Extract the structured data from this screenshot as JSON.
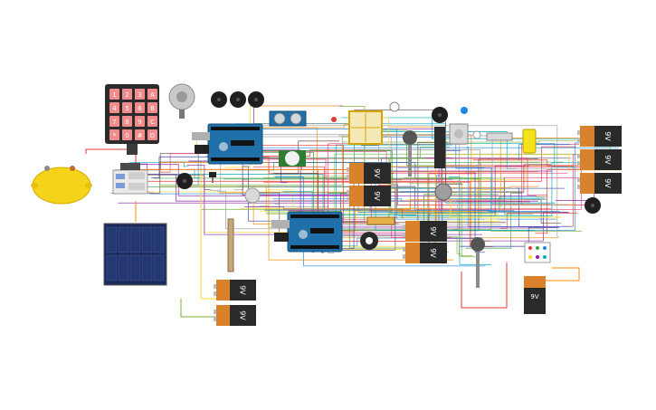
{
  "keypad": {
    "keys": [
      "1",
      "2",
      "3",
      "A",
      "4",
      "5",
      "6",
      "B",
      "7",
      "8",
      "9",
      "C",
      "*",
      "0",
      "#",
      "D"
    ]
  },
  "battery_label": "9V",
  "colors": {
    "wire": [
      "#e53935",
      "#43a047",
      "#1e88e5",
      "#fb8c00",
      "#8e24aa",
      "#00acc1",
      "#fdd835",
      "#6d4c41",
      "#ec407a",
      "#7cb342",
      "#9e9e9e",
      "#3949ab"
    ],
    "arduino": "#1f6fa8",
    "battery_orange": "#d9822b",
    "battery_black": "#2a2a2a",
    "lemon": "#f6d31b",
    "solar": "#1b2a5a",
    "keypad_key": "#f28b8b",
    "led_yellow": "#f5e21b"
  }
}
